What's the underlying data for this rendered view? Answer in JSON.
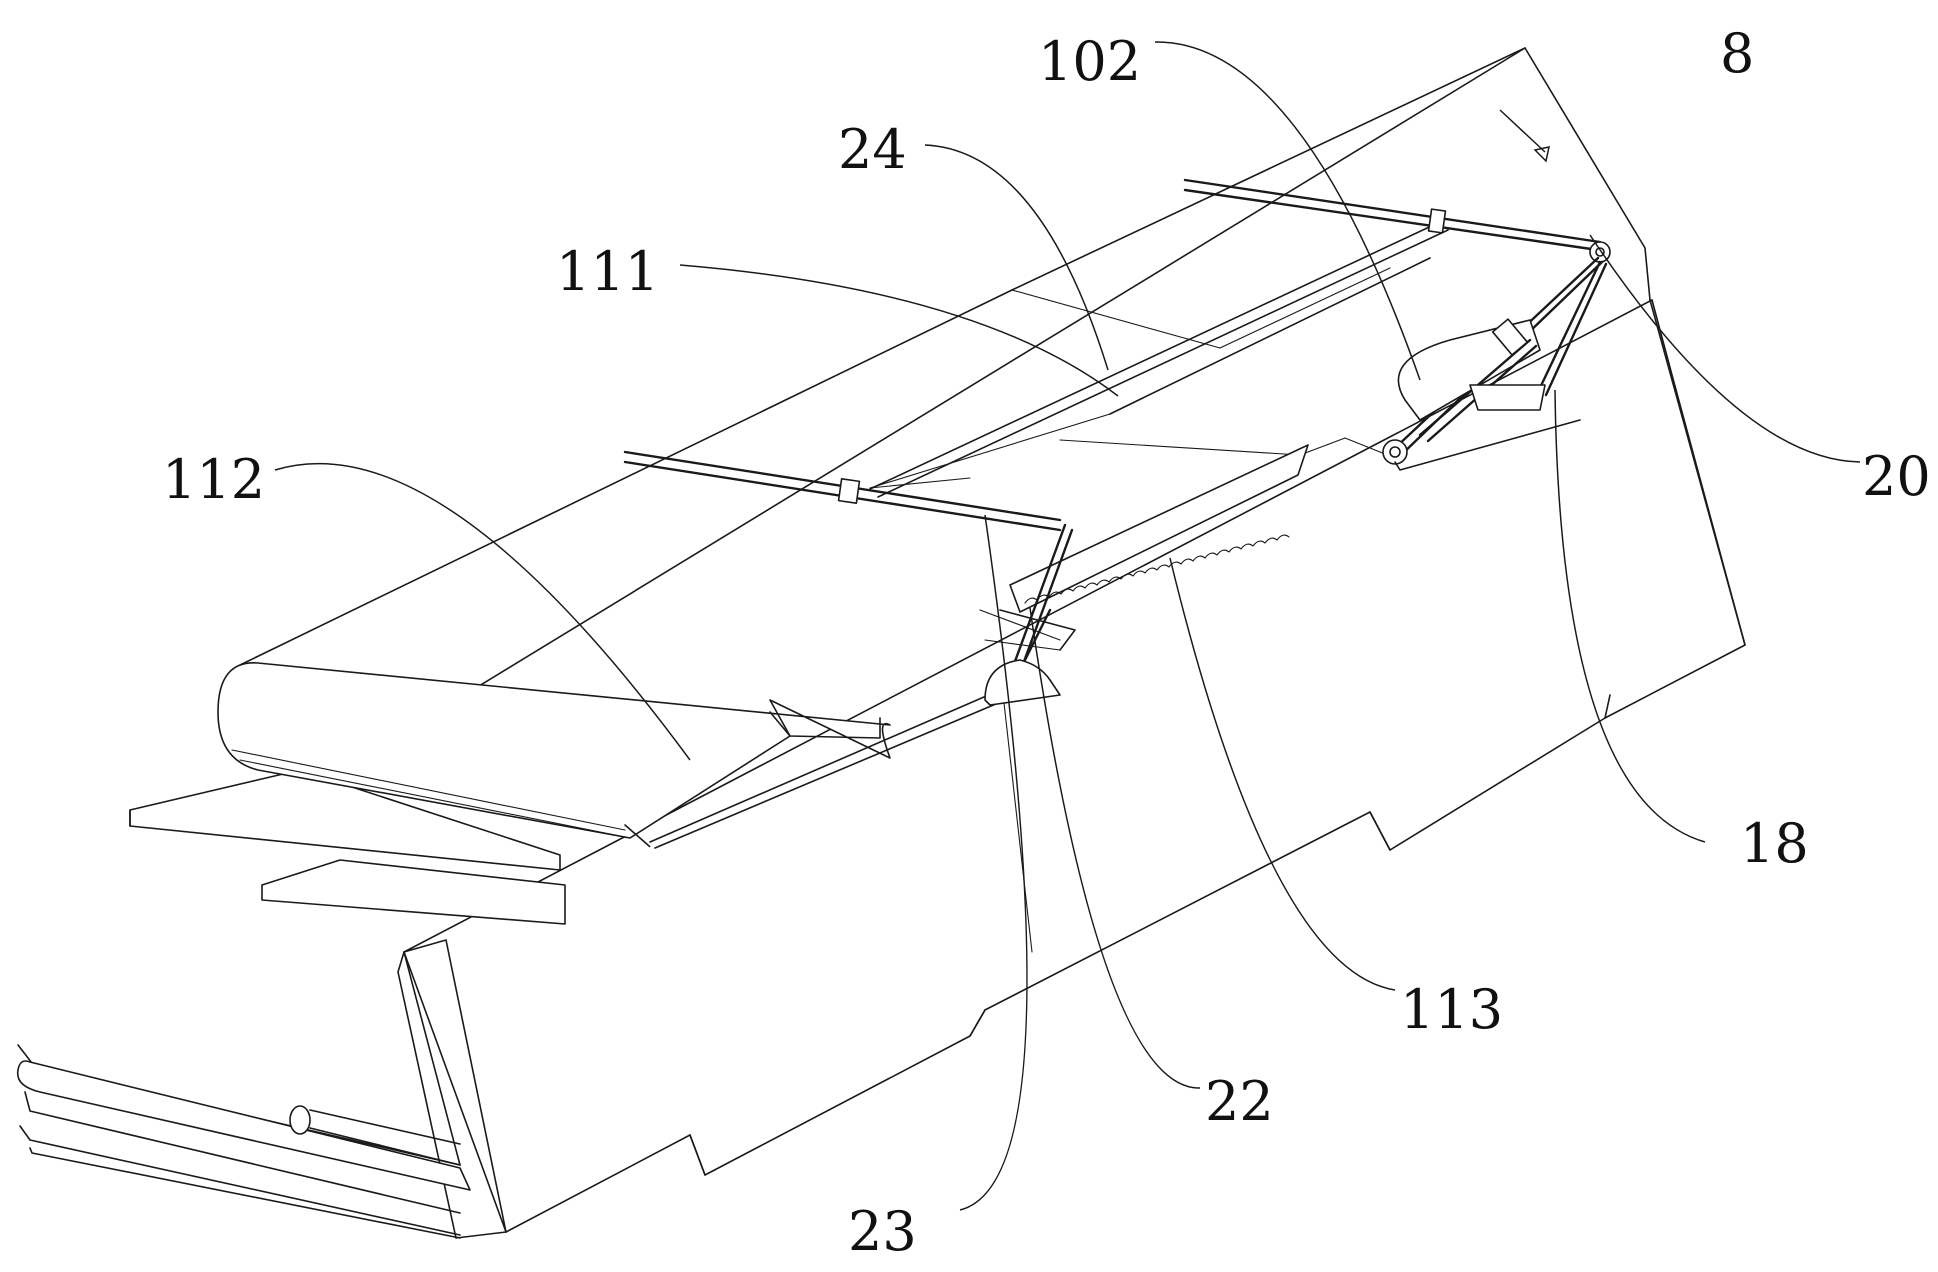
{
  "figure": {
    "labels": [
      {
        "id": "8",
        "text": "8"
      },
      {
        "id": "102",
        "text": "102"
      },
      {
        "id": "24",
        "text": "24"
      },
      {
        "id": "111",
        "text": "111"
      },
      {
        "id": "112",
        "text": "112"
      },
      {
        "id": "20",
        "text": "20"
      },
      {
        "id": "18",
        "text": "18"
      },
      {
        "id": "113",
        "text": "113"
      },
      {
        "id": "22",
        "text": "22"
      },
      {
        "id": "23",
        "text": "23"
      }
    ]
  }
}
